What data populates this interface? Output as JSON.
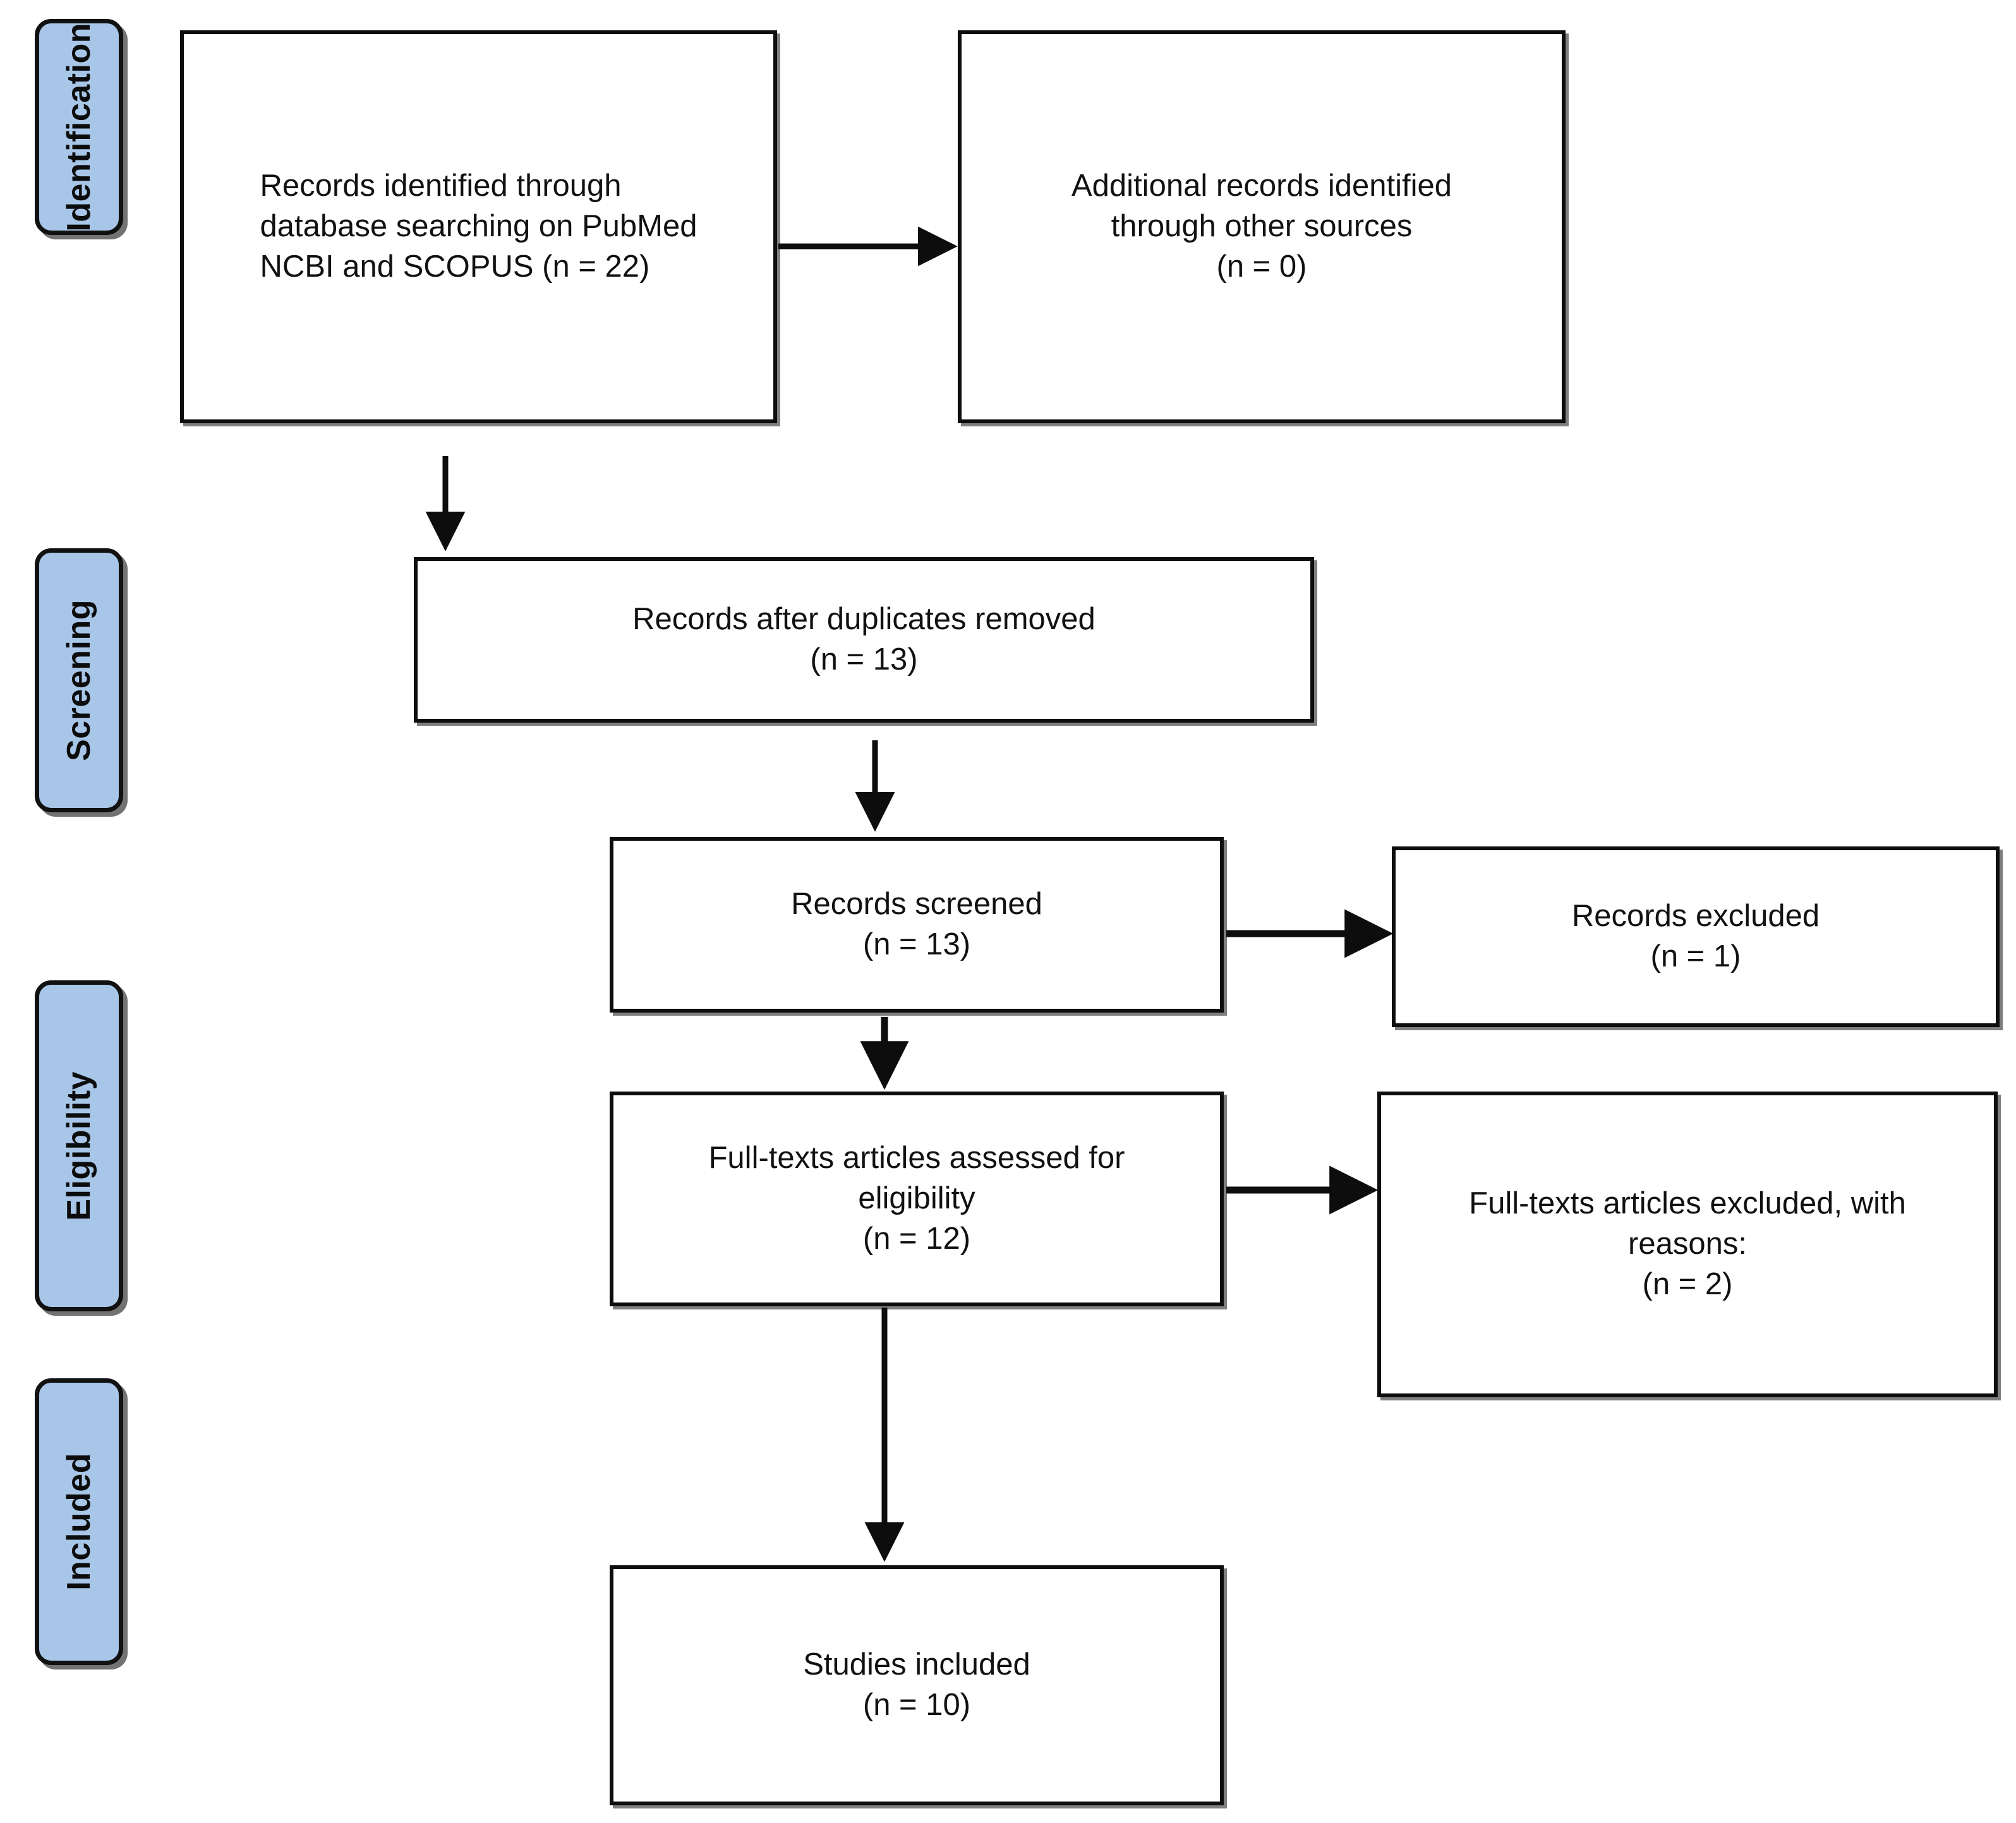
{
  "diagram": {
    "title": "PRISMA flow diagram",
    "accent_color": "#A7C6E8",
    "line_color": "#0d0d0d",
    "background_color": "#ffffff"
  },
  "stages": [
    {
      "label": "Identification"
    },
    {
      "label": "Screening"
    },
    {
      "label": "Eligibility"
    },
    {
      "label": "Included"
    }
  ],
  "boxes": [
    {
      "id": "records-identified",
      "text": "Records identified through\ndatabase searching on PubMed\nNCBI and SCOPUS (n = 22)",
      "n": 22
    },
    {
      "id": "additional-records",
      "text": "Additional records identified\nthrough other sources\n(n = 0)",
      "n": 0
    },
    {
      "id": "records-after-duplicates",
      "text": "Records after duplicates removed\n(n = 13)",
      "n": 13
    },
    {
      "id": "records-screened",
      "text": "Records screened\n(n = 13)",
      "n": 13
    },
    {
      "id": "records-excluded",
      "text": "Records excluded\n(n = 1)",
      "n": 1
    },
    {
      "id": "fulltext-assessed",
      "text": "Full-texts articles assessed for\neligibility\n(n = 12)",
      "n": 12
    },
    {
      "id": "fulltext-excluded",
      "text": "Full-texts articles excluded, with\nreasons:\n(n = 2)",
      "n": 2
    },
    {
      "id": "studies-included",
      "text": "Studies included\n(n = 10)",
      "n": 10
    }
  ],
  "connectors": [
    {
      "id": "identified-to-additional",
      "direction": "right"
    },
    {
      "id": "identified-to-duplicates",
      "direction": "down"
    },
    {
      "id": "duplicates-to-screened",
      "direction": "down"
    },
    {
      "id": "screened-to-excluded",
      "direction": "right"
    },
    {
      "id": "screened-to-fulltext",
      "direction": "down"
    },
    {
      "id": "fulltext-to-fulltext-excluded",
      "direction": "right"
    },
    {
      "id": "fulltext-to-included",
      "direction": "down"
    }
  ]
}
